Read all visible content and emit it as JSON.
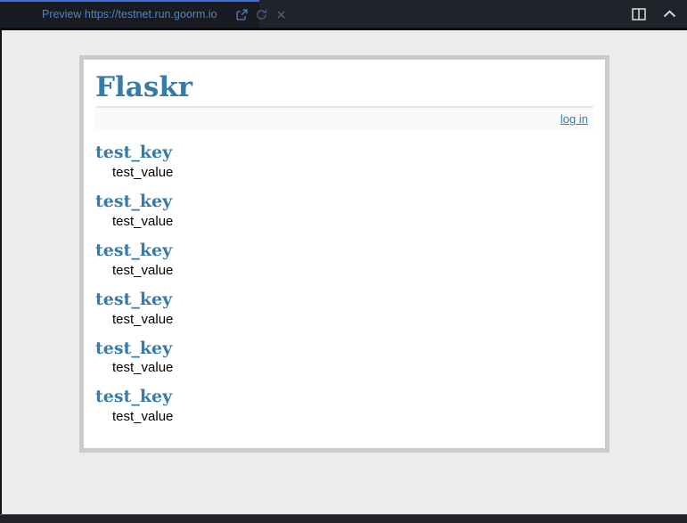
{
  "topbar": {
    "tab": {
      "title": "Preview https://testnet.run.goorm.io"
    },
    "icons": {
      "external_link": "open-in-new-window",
      "refresh": "reload-preview",
      "close": "close-tab",
      "split_view": "split-panel",
      "collapse": "collapse-panel"
    }
  },
  "page": {
    "title": "Flaskr",
    "metanav": {
      "login_label": "log in"
    },
    "entries": [
      {
        "key": "test_key",
        "value": "test_value"
      },
      {
        "key": "test_key",
        "value": "test_value"
      },
      {
        "key": "test_key",
        "value": "test_value"
      },
      {
        "key": "test_key",
        "value": "test_value"
      },
      {
        "key": "test_key",
        "value": "test_value"
      },
      {
        "key": "test_key",
        "value": "test_value"
      }
    ]
  },
  "colors": {
    "accent_blue": "#377ba8",
    "tab_accent_blue": "#3c6cd4",
    "card_border": "#cbcbcb",
    "preview_bg": "#ececec",
    "topbar_bg": "#20232a"
  }
}
